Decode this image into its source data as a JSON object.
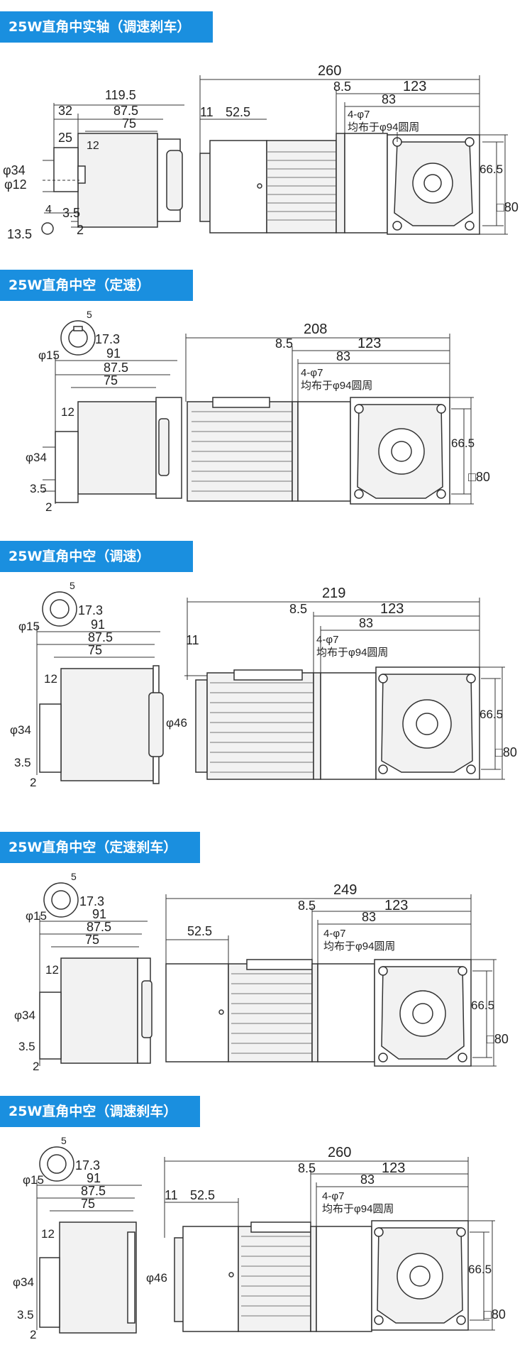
{
  "sections": [
    {
      "title": "25W直角中实轴（调速刹车）",
      "left_dims": {
        "d1": "119.5",
        "d2": "32",
        "d3": "87.5",
        "d4": "75",
        "d5": "25",
        "d6": "12",
        "d7": "φ34",
        "d8": "φ12",
        "d9": "4",
        "d10": "3.5",
        "d11": "13.5",
        "d12": "2"
      },
      "right_dims": {
        "total": "260",
        "a": "8.5",
        "b": "123",
        "c": "83",
        "d": "11",
        "e": "52.5",
        "note1": "4-φ7",
        "note2": "均布于φ94圆周",
        "h": "66.5",
        "sq": "□80"
      }
    },
    {
      "title": "25W直角中空（定速）",
      "left_dims": {
        "d1": "5",
        "d2": "17.3",
        "d3": "φ15",
        "d4": "91",
        "d5": "87.5",
        "d6": "75",
        "d7": "12",
        "d8": "φ34",
        "d9": "3.5",
        "d10": "2"
      },
      "right_dims": {
        "total": "208",
        "a": "8.5",
        "b": "123",
        "c": "83",
        "note1": "4-φ7",
        "note2": "均布于φ94圆周",
        "h": "66.5",
        "sq": "□80"
      }
    },
    {
      "title": "25W直角中空（调速）",
      "left_dims": {
        "d1": "5",
        "d2": "17.3",
        "d3": "φ15",
        "d4": "91",
        "d5": "87.5",
        "d6": "75",
        "d7": "12",
        "d8": "φ34",
        "d9": "3.5",
        "d10": "2"
      },
      "right_dims": {
        "total": "219",
        "a": "8.5",
        "b": "123",
        "c": "83",
        "d": "11",
        "note1": "4-φ7",
        "note2": "均布于φ94圆周",
        "h": "66.5",
        "sq": "□80",
        "dia": "φ46"
      }
    },
    {
      "title": "25W直角中空（定速刹车）",
      "left_dims": {
        "d1": "5",
        "d2": "17.3",
        "d3": "φ15",
        "d4": "91",
        "d5": "87.5",
        "d6": "75",
        "d7": "12",
        "d8": "φ34",
        "d9": "3.5",
        "d10": "2"
      },
      "right_dims": {
        "total": "249",
        "a": "8.5",
        "b": "123",
        "c": "83",
        "e": "52.5",
        "note1": "4-φ7",
        "note2": "均布于φ94圆周",
        "h": "66.5",
        "sq": "□80"
      }
    },
    {
      "title": "25W直角中空（调速刹车）",
      "left_dims": {
        "d1": "5",
        "d2": "17.3",
        "d3": "φ15",
        "d4": "91",
        "d5": "87.5",
        "d6": "75",
        "d7": "12",
        "d8": "φ34",
        "d9": "3.5",
        "d10": "2"
      },
      "right_dims": {
        "total": "260",
        "a": "8.5",
        "b": "123",
        "c": "83",
        "d": "11",
        "e": "52.5",
        "note1": "4-φ7",
        "note2": "均布于φ94圆周",
        "h": "66.5",
        "sq": "□80",
        "dia": "φ46"
      }
    }
  ]
}
